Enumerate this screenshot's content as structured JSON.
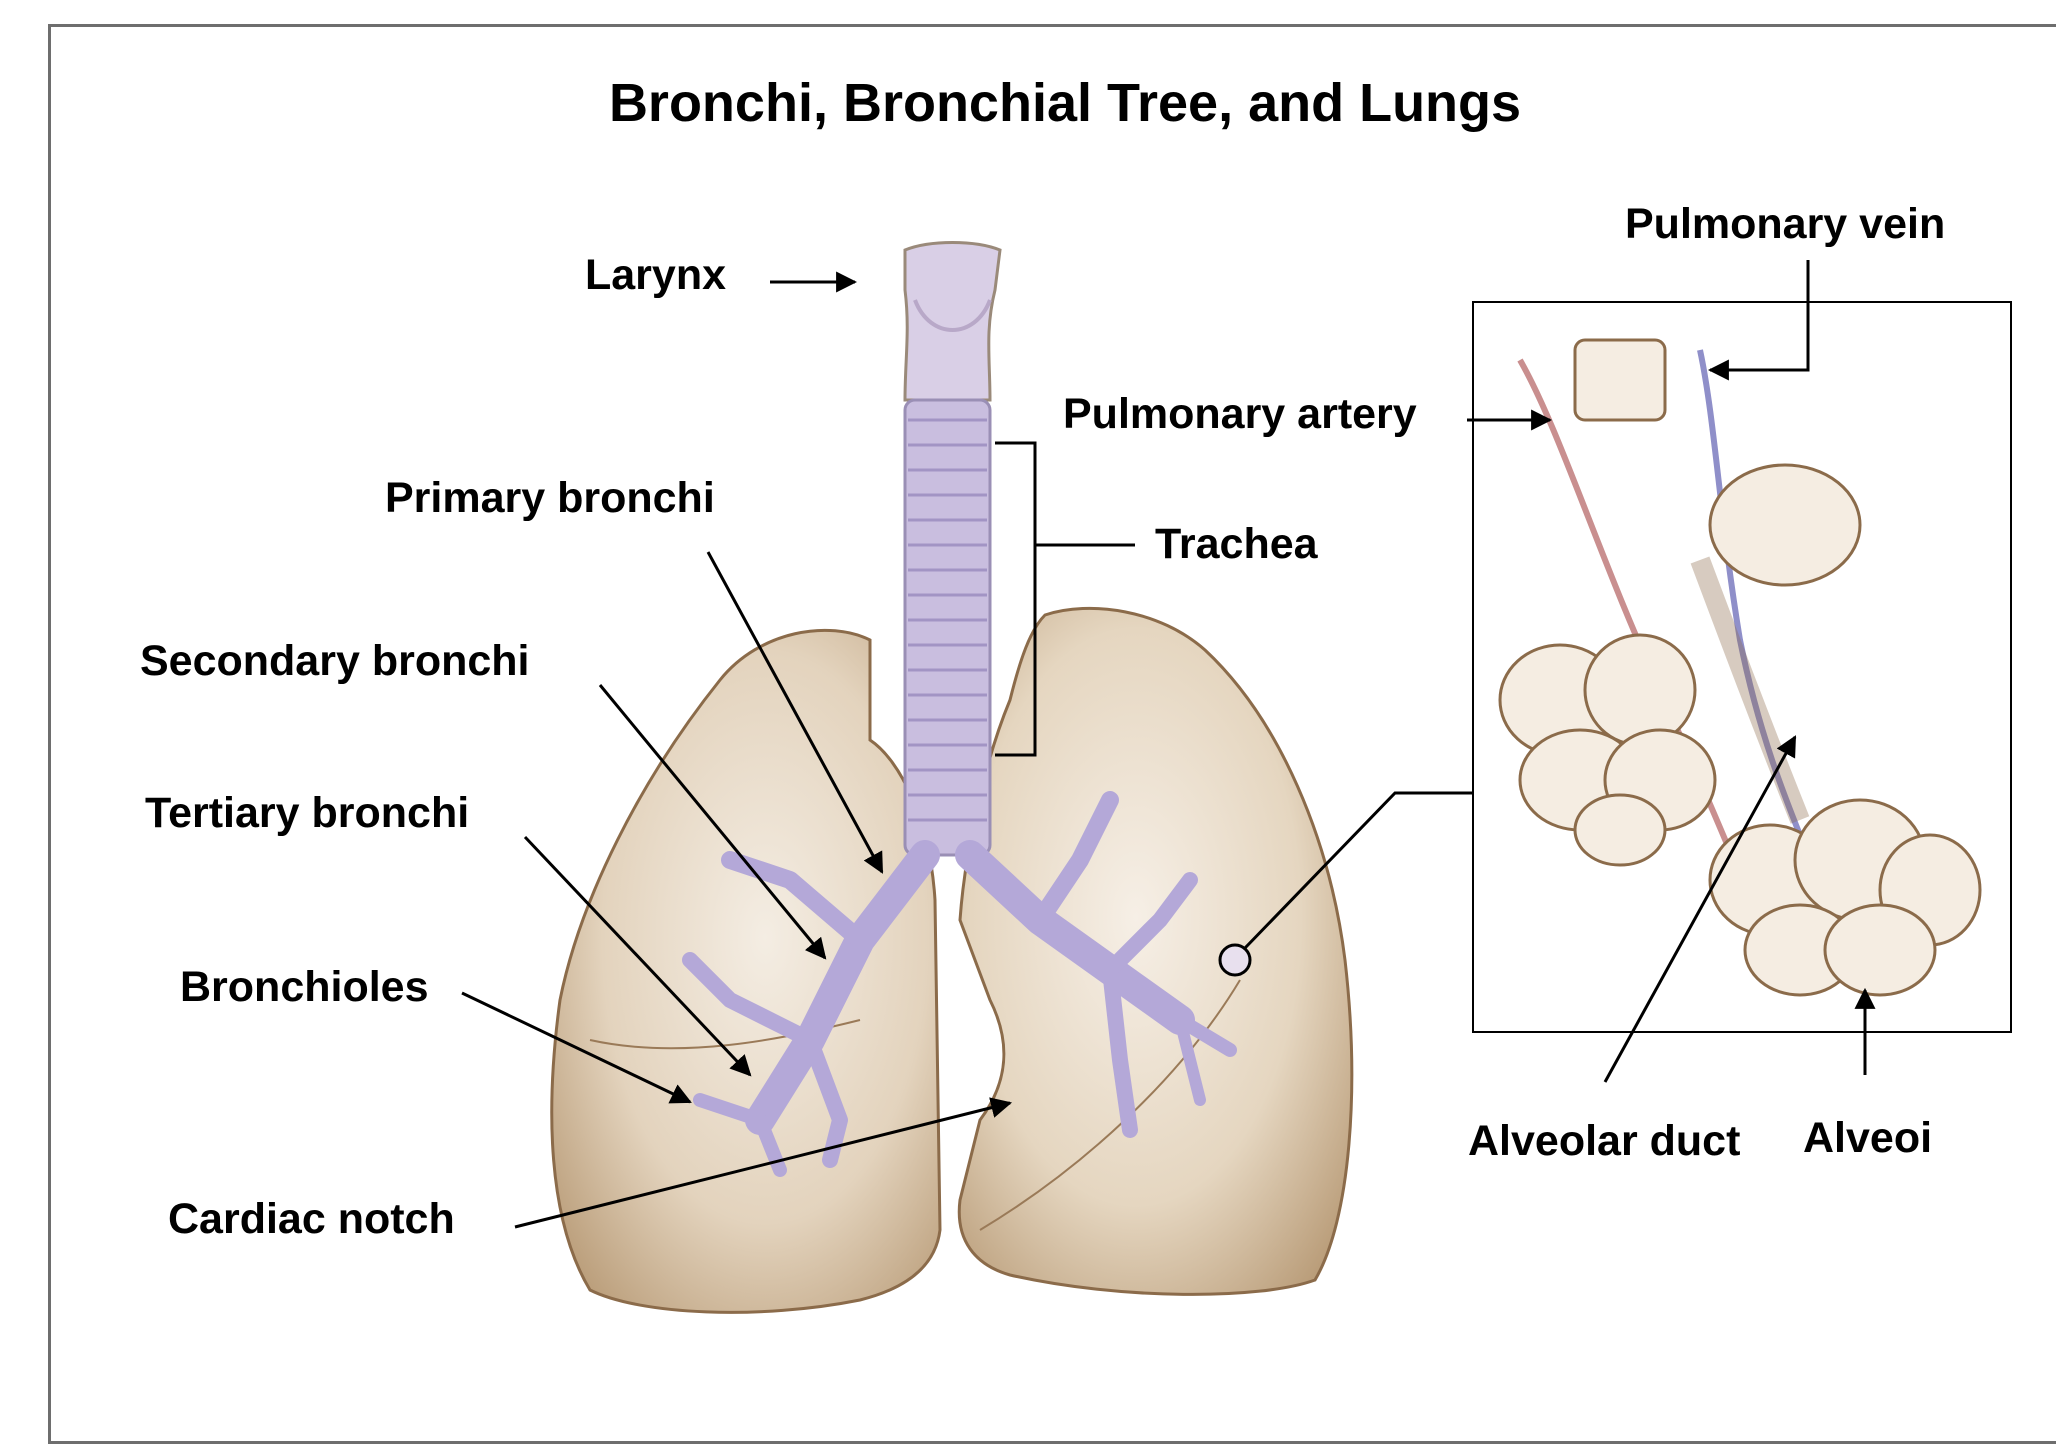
{
  "title": "Bronchi, Bronchial Tree, and Lungs",
  "labels": {
    "larynx": "Larynx",
    "trachea": "Trachea",
    "primary_bronchi": "Primary bronchi",
    "secondary_bronchi": "Secondary bronchi",
    "tertiary_bronchi": "Tertiary bronchi",
    "bronchioles": "Bronchioles",
    "cardiac_notch": "Cardiac notch",
    "pulmonary_vein": "Pulmonary vein",
    "pulmonary_artery": "Pulmonary artery",
    "alveolar_duct": "Alveolar duct",
    "alveoli": "Alveoi"
  },
  "colors": {
    "lung": "#cdb79a",
    "lung_light": "#efe6d8",
    "airway": "#b4a8d8",
    "artery": "#c98f8f",
    "vein": "#8f8fc9",
    "line": "#000000"
  }
}
